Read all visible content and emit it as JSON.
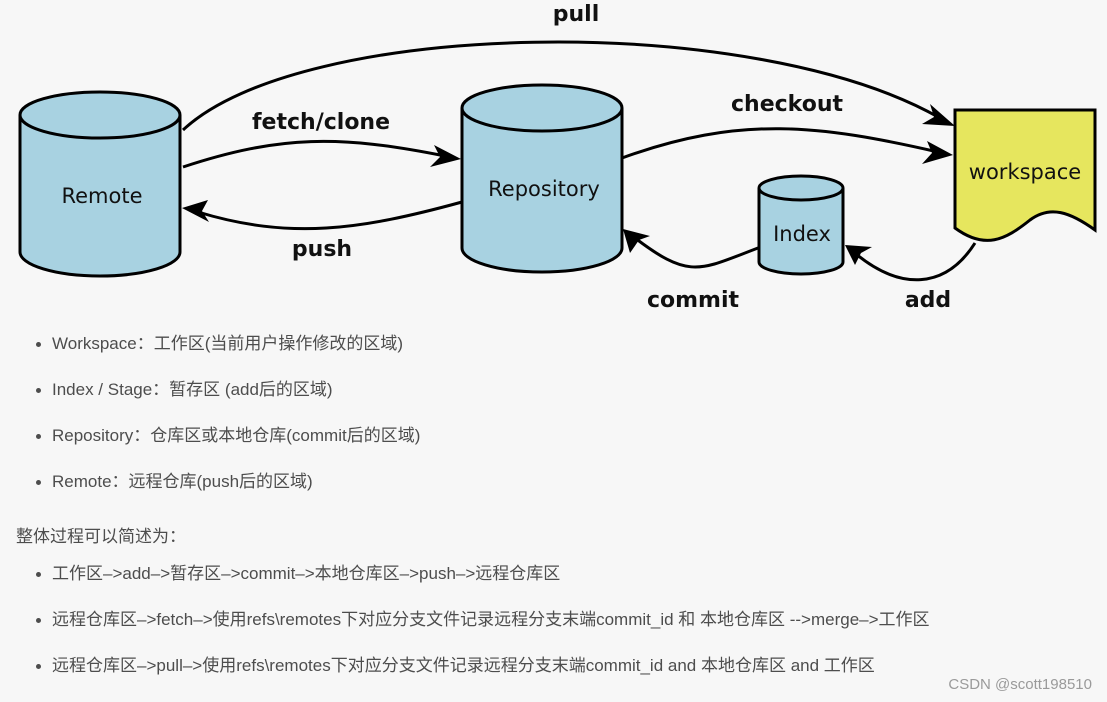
{
  "diagram": {
    "nodes": {
      "remote": "Remote",
      "repository": "Repository",
      "index": "Index",
      "workspace": "workspace"
    },
    "edges": {
      "pull": "pull",
      "fetch_clone": "fetch/clone",
      "push": "push",
      "checkout": "checkout",
      "commit": "commit",
      "add": "add"
    },
    "colors": {
      "cylinder_fill": "#a8d2e1",
      "workspace_fill": "#e6e65e"
    }
  },
  "areas": [
    "Workspace：工作区(当前用户操作修改的区域)",
    "Index / Stage：暂存区 (add后的区域)",
    "Repository：仓库区或本地仓库(commit后的区域)",
    "Remote：远程仓库(push后的区域)"
  ],
  "summary_title": "整体过程可以简述为：",
  "process": [
    "工作区–>add–>暂存区–>commit–>本地仓库区–>push–>远程仓库区",
    "远程仓库区–>fetch–>使用refs\\remotes下对应分支文件记录远程分支末端commit_id 和 本地仓库区 -->merge–>工作区",
    "远程仓库区–>pull–>使用refs\\remotes下对应分支文件记录远程分支末端commit_id and 本地仓库区 and 工作区"
  ],
  "watermark": "CSDN @scott198510"
}
